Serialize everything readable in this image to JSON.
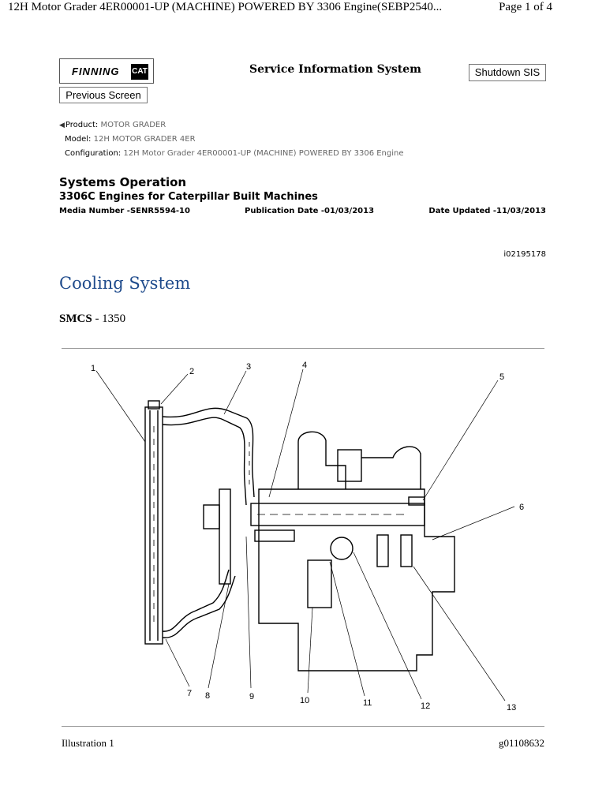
{
  "print_header": {
    "title": "12H Motor Grader 4ER00001-UP (MACHINE) POWERED BY 3306 Engine(SEBP2540...",
    "page": "Page 1 of 4"
  },
  "header": {
    "logo_text": "FINNING",
    "logo_badge": "CAT",
    "title": "Service Information System",
    "shutdown_label": "Shutdown SIS",
    "previous_label": "Previous Screen"
  },
  "meta": {
    "product_label": "Product:",
    "product_value": "MOTOR GRADER",
    "model_label": "Model:",
    "model_value": "12H MOTOR GRADER 4ER",
    "config_label": "Configuration:",
    "config_value": "12H Motor Grader 4ER00001-UP (MACHINE) POWERED BY 3306 Engine"
  },
  "document": {
    "heading": "Systems Operation",
    "subheading": "3306C Engines for Caterpillar Built Machines",
    "media_number": "Media Number -SENR5594-10",
    "publication_date": "Publication Date -01/03/2013",
    "date_updated": "Date Updated -11/03/2013",
    "doc_id": "i02195178",
    "section_title": "Cooling System",
    "smcs_label": "SMCS",
    "smcs_value": " - 1350"
  },
  "illustration": {
    "callouts": [
      "1",
      "2",
      "3",
      "4",
      "5",
      "6",
      "7",
      "8",
      "9",
      "10",
      "11",
      "12",
      "13"
    ],
    "caption": "Illustration 1",
    "graphic_id": "g01108632"
  },
  "colors": {
    "section_title": "#1f4b8c"
  }
}
